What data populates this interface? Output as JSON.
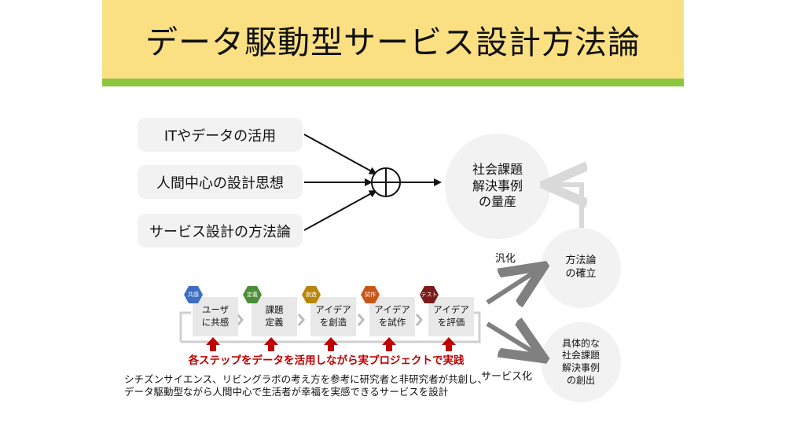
{
  "title": "データ駆動型サービス設計方法論",
  "inputs": [
    "ITやデータの活用",
    "人間中心の設計思想",
    "サービス設計の方法論"
  ],
  "goal": "社会課題\n解決事例\nの量産",
  "method_node": "方法論\nの確立",
  "cases_node": "具体的な\n社会課題\n解決事例\nの創出",
  "label_generalize": "汎化",
  "label_service": "サービス化",
  "steps": [
    {
      "tag": "共感",
      "text": "ユーザ\nに共感",
      "color": "#3c6fc4"
    },
    {
      "tag": "定義",
      "text": "課題\n定義",
      "color": "#4d8c3a"
    },
    {
      "tag": "創造",
      "text": "アイデア\nを創造",
      "color": "#b8860b"
    },
    {
      "tag": "試作",
      "text": "アイデア\nを試作",
      "color": "#c8561a"
    },
    {
      "tag": "テスト",
      "text": "アイデア\nを評価",
      "color": "#7a1a1a"
    }
  ],
  "steps_caption": "各ステップをデータを活用しながら実プロジェクトで実践",
  "footnote": "シチズンサイエンス、リビングラボの考え方を参考に研究者と非研究者が共創し、\nデータ駆動型ながら人間中心で生活者が幸福を実感できるサービスを設計",
  "colors": {
    "header": "#fbe083",
    "header_line": "#8cc63f",
    "accent_red": "#c00000",
    "arrow_gray": "#808080"
  }
}
